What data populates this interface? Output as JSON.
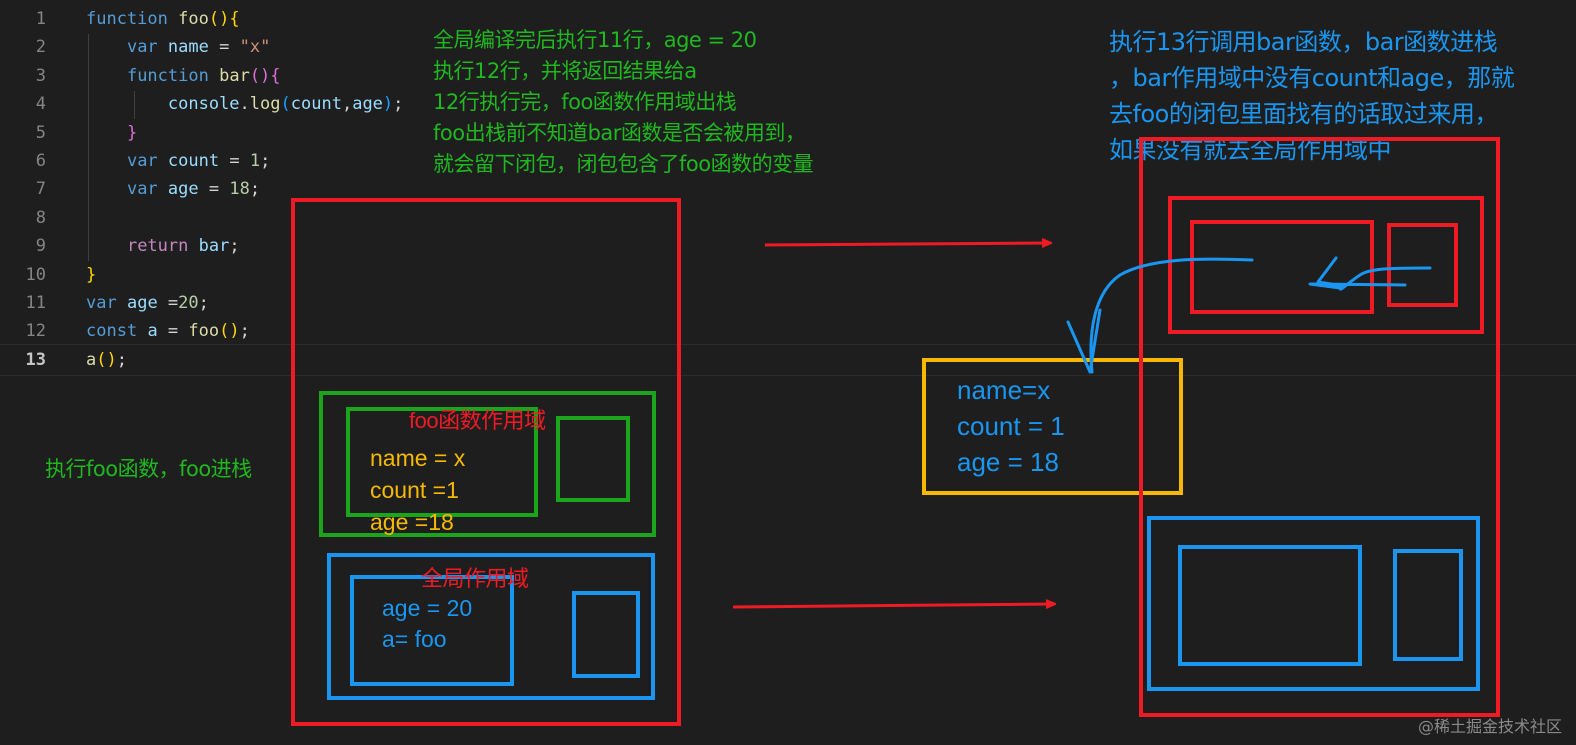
{
  "code": {
    "line_numbers": [
      "1",
      "2",
      "3",
      "4",
      "5",
      "6",
      "7",
      "8",
      "9",
      "10",
      "11",
      "12",
      "13"
    ],
    "lines": [
      {
        "tokens": [
          [
            "kw",
            "function"
          ],
          [
            "p",
            " "
          ],
          [
            "fn",
            "foo"
          ],
          [
            "b1",
            "()"
          ],
          [
            "b1",
            "{"
          ]
        ]
      },
      {
        "tokens": [
          [
            "p",
            "    "
          ],
          [
            "kw",
            "var"
          ],
          [
            "p",
            " "
          ],
          [
            "var",
            "name"
          ],
          [
            "p",
            " = "
          ],
          [
            "str",
            "\"x\""
          ]
        ]
      },
      {
        "tokens": [
          [
            "p",
            "    "
          ],
          [
            "kw",
            "function"
          ],
          [
            "p",
            " "
          ],
          [
            "fn",
            "bar"
          ],
          [
            "b2",
            "()"
          ],
          [
            "b2",
            "{"
          ]
        ]
      },
      {
        "tokens": [
          [
            "p",
            "        "
          ],
          [
            "var",
            "console"
          ],
          [
            "p",
            "."
          ],
          [
            "fn",
            "log"
          ],
          [
            "b3",
            "("
          ],
          [
            "var",
            "count"
          ],
          [
            "p",
            ","
          ],
          [
            "var",
            "age"
          ],
          [
            "b3",
            ")"
          ],
          [
            "p",
            ";"
          ]
        ]
      },
      {
        "tokens": [
          [
            "p",
            "    "
          ],
          [
            "b2",
            "}"
          ]
        ]
      },
      {
        "tokens": [
          [
            "p",
            "    "
          ],
          [
            "kw",
            "var"
          ],
          [
            "p",
            " "
          ],
          [
            "var",
            "count"
          ],
          [
            "p",
            " = "
          ],
          [
            "num",
            "1"
          ],
          [
            "p",
            ";"
          ]
        ]
      },
      {
        "tokens": [
          [
            "p",
            "    "
          ],
          [
            "kw",
            "var"
          ],
          [
            "p",
            " "
          ],
          [
            "var",
            "age"
          ],
          [
            "p",
            " = "
          ],
          [
            "num",
            "18"
          ],
          [
            "p",
            ";"
          ]
        ]
      },
      {
        "tokens": []
      },
      {
        "tokens": [
          [
            "p",
            "    "
          ],
          [
            "ctrl",
            "return"
          ],
          [
            "p",
            " "
          ],
          [
            "var",
            "bar"
          ],
          [
            "p",
            ";"
          ]
        ]
      },
      {
        "tokens": [
          [
            "b1",
            "}"
          ]
        ]
      },
      {
        "tokens": [
          [
            "kw",
            "var"
          ],
          [
            "p",
            " "
          ],
          [
            "var",
            "age"
          ],
          [
            "p",
            " ="
          ],
          [
            "num",
            "20"
          ],
          [
            "p",
            ";"
          ]
        ]
      },
      {
        "tokens": [
          [
            "kw",
            "const"
          ],
          [
            "p",
            " "
          ],
          [
            "var",
            "a"
          ],
          [
            "p",
            " = "
          ],
          [
            "fn",
            "foo"
          ],
          [
            "b1",
            "()"
          ],
          [
            "p",
            ";"
          ]
        ]
      },
      {
        "tokens": [
          [
            "fn",
            "a"
          ],
          [
            "b1",
            "()"
          ],
          [
            "p",
            ";"
          ]
        ]
      }
    ],
    "active_line": "13"
  },
  "notes": {
    "compile_note": [
      "全局编译完后执行11行，age = 20",
      "执行12行，并将返回结果给a",
      "12行执行完，foo函数作用域出栈",
      "foo出栈前不知道bar函数是否会被用到，",
      "就会留下闭包，闭包包含了foo函数的变量"
    ],
    "call_note": [
      "执行13行调用bar函数，bar函数进栈",
      "，bar作用域中没有count和age，那就",
      "去foo的闭包里面找有的话取过来用，",
      "如果没有就去全局作用域中"
    ],
    "exec_foo_note": "执行foo函数，foo进栈"
  },
  "left_stack": {
    "foo_scope_label": "foo函数作用域",
    "foo_scope_vars": [
      "name = x",
      "count =1",
      "age =18"
    ],
    "global_scope_label": "全局作用域",
    "global_scope_vars": [
      "age = 20",
      "a= foo"
    ]
  },
  "closure_box": {
    "vars": [
      "name=x",
      "count = 1",
      "age = 18"
    ]
  },
  "watermark": "@稀土掘金技术社区",
  "colors": {
    "red": "#ee1b24",
    "green": "#1aa51a",
    "blue": "#1a96f0",
    "yellow": "#f6b800",
    "background": "#1e1e1e"
  }
}
